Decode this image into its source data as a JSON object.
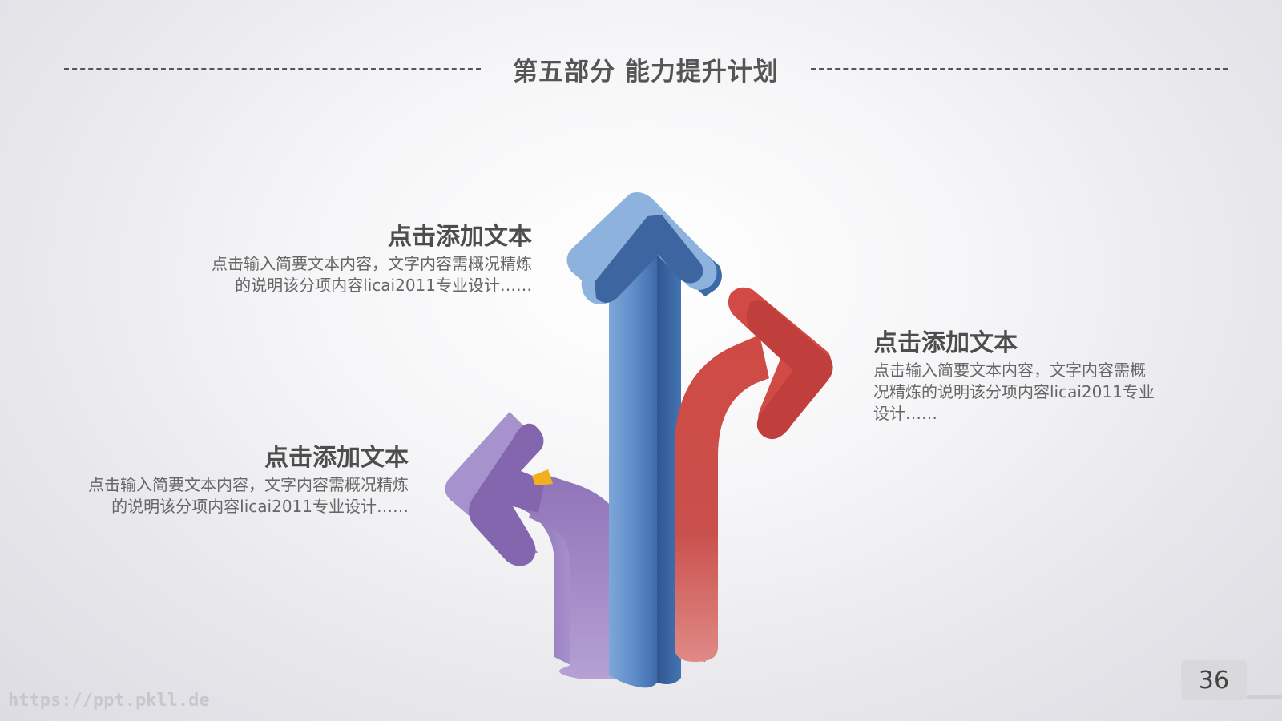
{
  "header": {
    "title": "第五部分  能力提升计划"
  },
  "blocks": [
    {
      "heading": "点击添加文本",
      "body_line1": "点击输入简要文本内容，文字内容需概况精炼",
      "body_line2": "的说明该分项内容licai2011专业设计……"
    },
    {
      "heading": "点击添加文本",
      "body_line1": "点击输入简要文本内容，文字内容需概况精炼",
      "body_line2": "的说明该分项内容licai2011专业设计……"
    },
    {
      "heading": "点击添加文本",
      "body_line1": "点击输入简要文本内容，文字内容需概",
      "body_line2": "况精炼的说明该分项内容licai2011专业",
      "body_line3": "设计……"
    }
  ],
  "footer": {
    "page_number": "36",
    "watermark": "https://ppt.pkll.de"
  },
  "colors": {
    "blue": "#4f7fbf",
    "red": "#c9534f",
    "purple": "#9a83c0",
    "yellow": "#f2b01e",
    "text": "#555555"
  }
}
